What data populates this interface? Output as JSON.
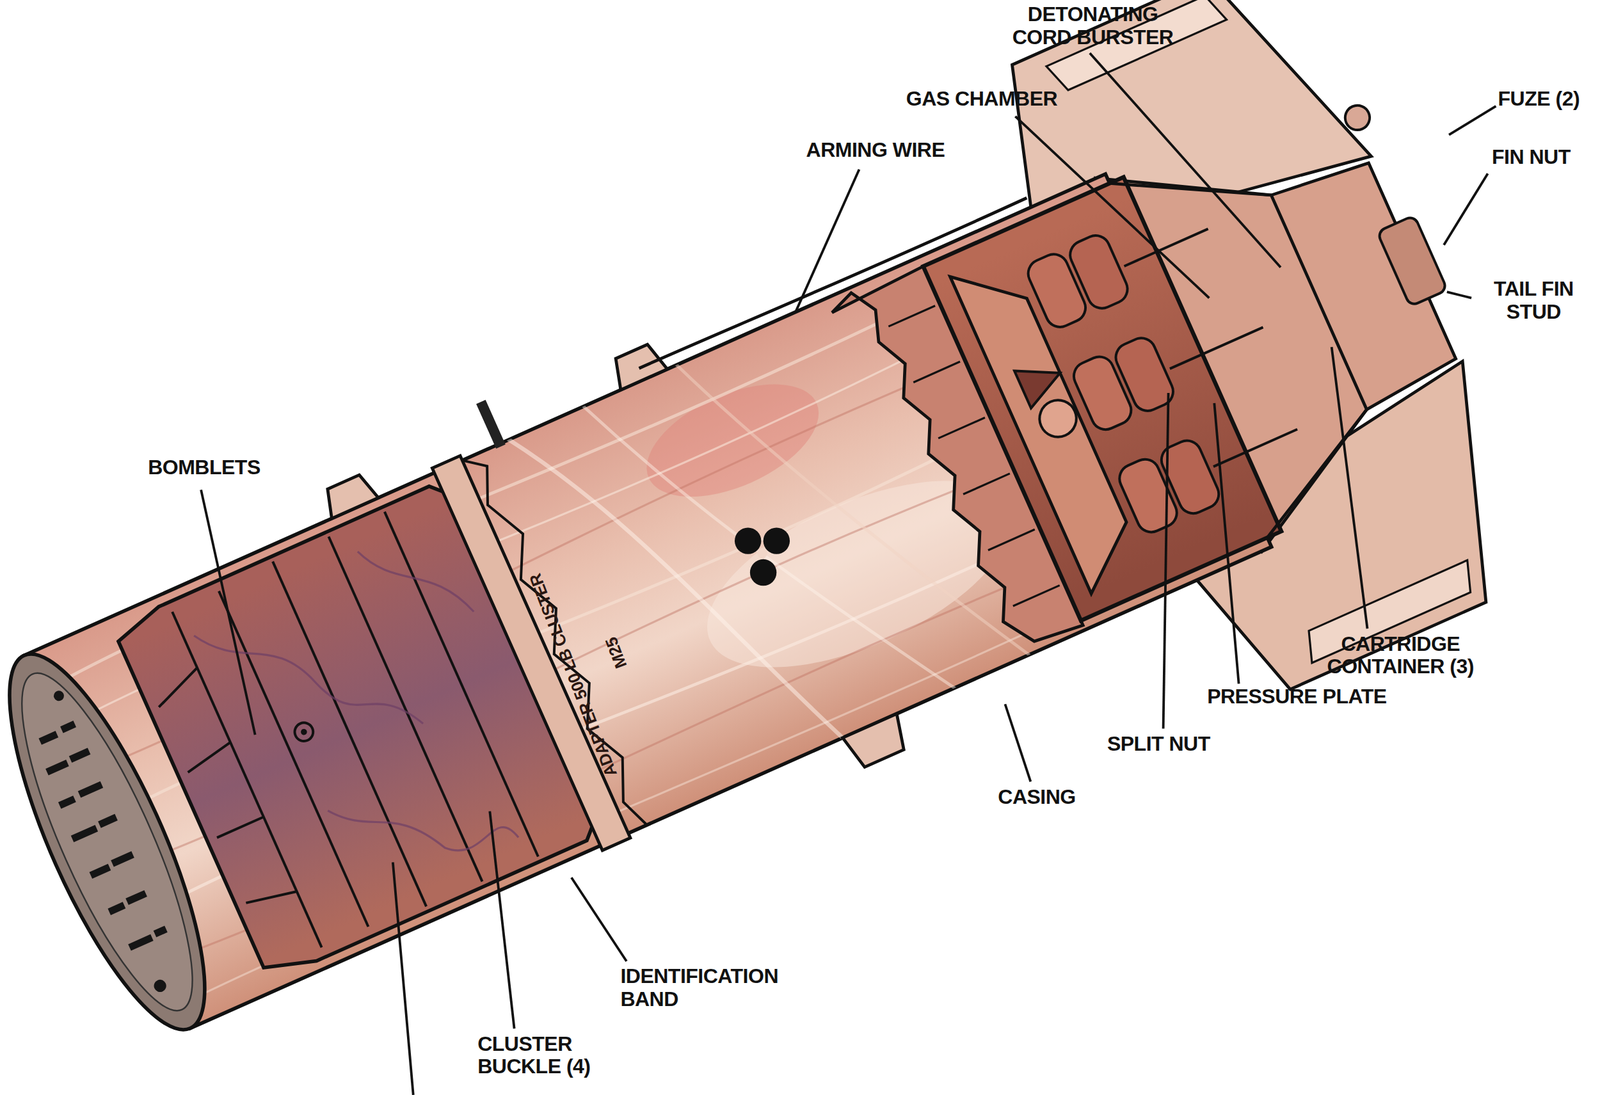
{
  "diagram": {
    "labels": [
      "DETONATING CORD BURSTER",
      "GAS CHAMBER",
      "ARMING WIRE",
      "FUZE (2)",
      "FIN NUT",
      "TAIL FIN STUD",
      "BOMBLETS",
      "ADAPTER 500 LB CLUSTER",
      "M25",
      "CARTRIDGE CONTAINER (3)",
      "PRESSURE PLATE",
      "SPLIT NUT",
      "CASING",
      "IDENTIFICATION BAND",
      "CLUSTER BUCKLE (4)"
    ]
  }
}
